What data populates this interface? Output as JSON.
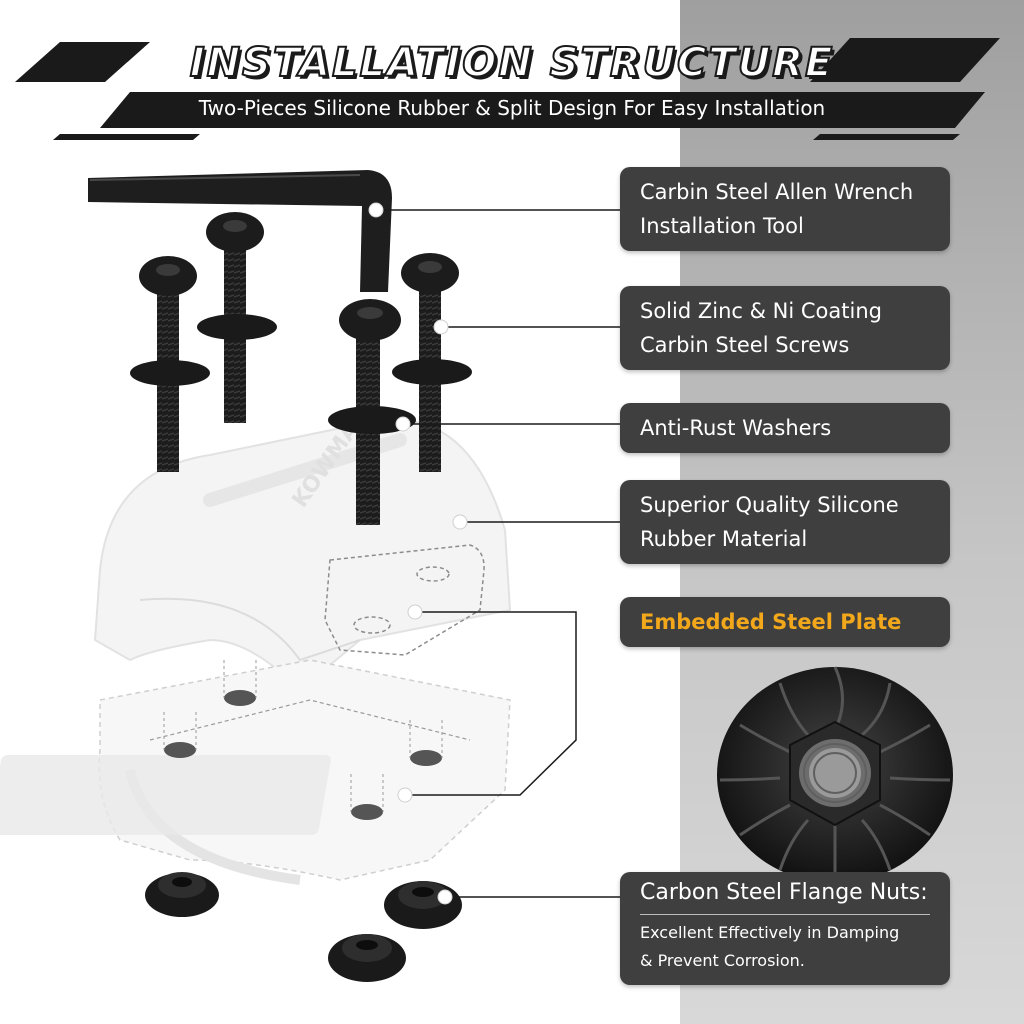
{
  "header": {
    "title": "INSTALLATION STRUCTURE",
    "subtitle": "Two-Pieces Silicone Rubber & Split Design For Easy Installation"
  },
  "callouts": [
    {
      "line1": "Carbin Steel Allen Wrench",
      "line2": "Installation Tool"
    },
    {
      "line1": "Solid Zinc & Ni Coating",
      "line2": "Carbin Steel Screws"
    },
    {
      "line1": "Anti-Rust Washers"
    },
    {
      "line1": "Superior Quality Silicone",
      "line2": "Rubber Material"
    },
    {
      "line1": "Embedded Steel Plate"
    },
    {
      "title": "Carbon Steel Flange Nuts:",
      "desc1": "Excellent Effectively in Damping",
      "desc2": "& Prevent Corrosion."
    }
  ],
  "emboss_text": "KOWMAT",
  "colors": {
    "callout_bg": "#3f3f3f",
    "highlight": "#f2a81a",
    "panel_gray": "#b4b4b4",
    "part_black": "#1c1c1c"
  }
}
